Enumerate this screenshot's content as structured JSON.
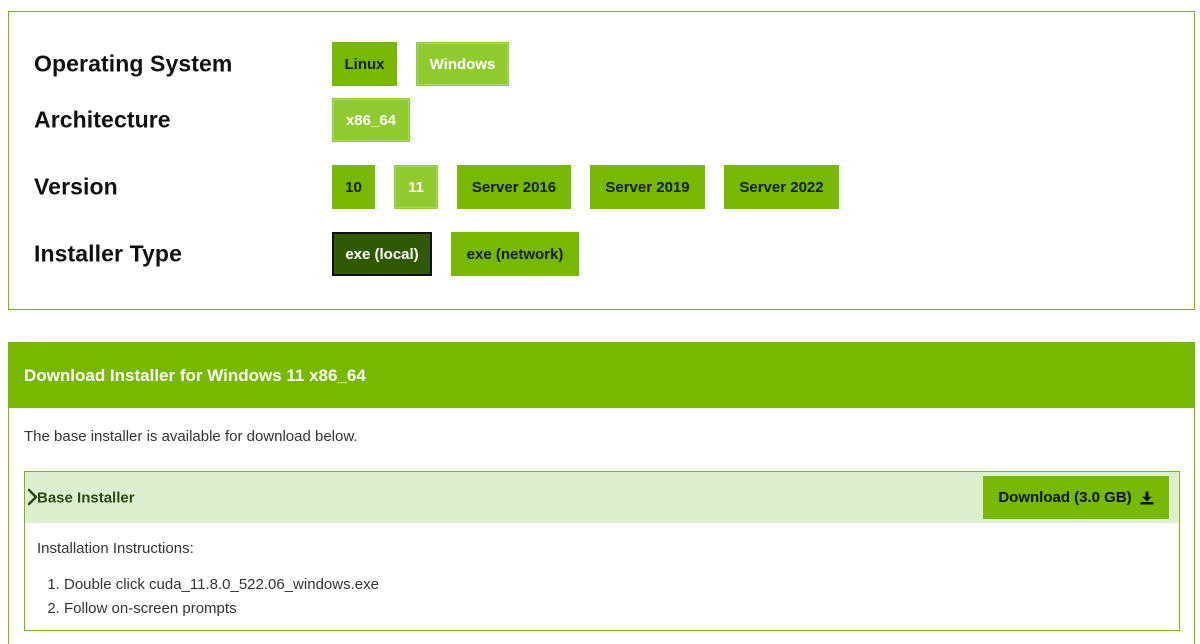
{
  "selector": {
    "rows": [
      {
        "label": "Operating System",
        "options": [
          "Linux",
          "Windows"
        ]
      },
      {
        "label": "Architecture",
        "options": [
          "x86_64"
        ]
      },
      {
        "label": "Version",
        "options": [
          "10",
          "11",
          "Server 2016",
          "Server 2019",
          "Server 2022"
        ]
      },
      {
        "label": "Installer Type",
        "options": [
          "exe (local)",
          "exe (network)"
        ]
      }
    ]
  },
  "download": {
    "header": "Download Installer for Windows 11 x86_64",
    "intro": "The base installer is available for download below.",
    "base_installer": {
      "title": "Base Installer",
      "button_label": "Download (3.0 GB)",
      "button_icon": "download-icon",
      "instructions_heading": "Installation Instructions:",
      "steps": [
        "Double click cuda_11.8.0_522.06_windows.exe",
        "Follow on-screen prompts"
      ]
    }
  },
  "colors": {
    "brand_green": "#76b900",
    "selected_green": "#8fcb2f",
    "active_dark": "#2f5a02",
    "panel_bar": "#dcefd0"
  }
}
